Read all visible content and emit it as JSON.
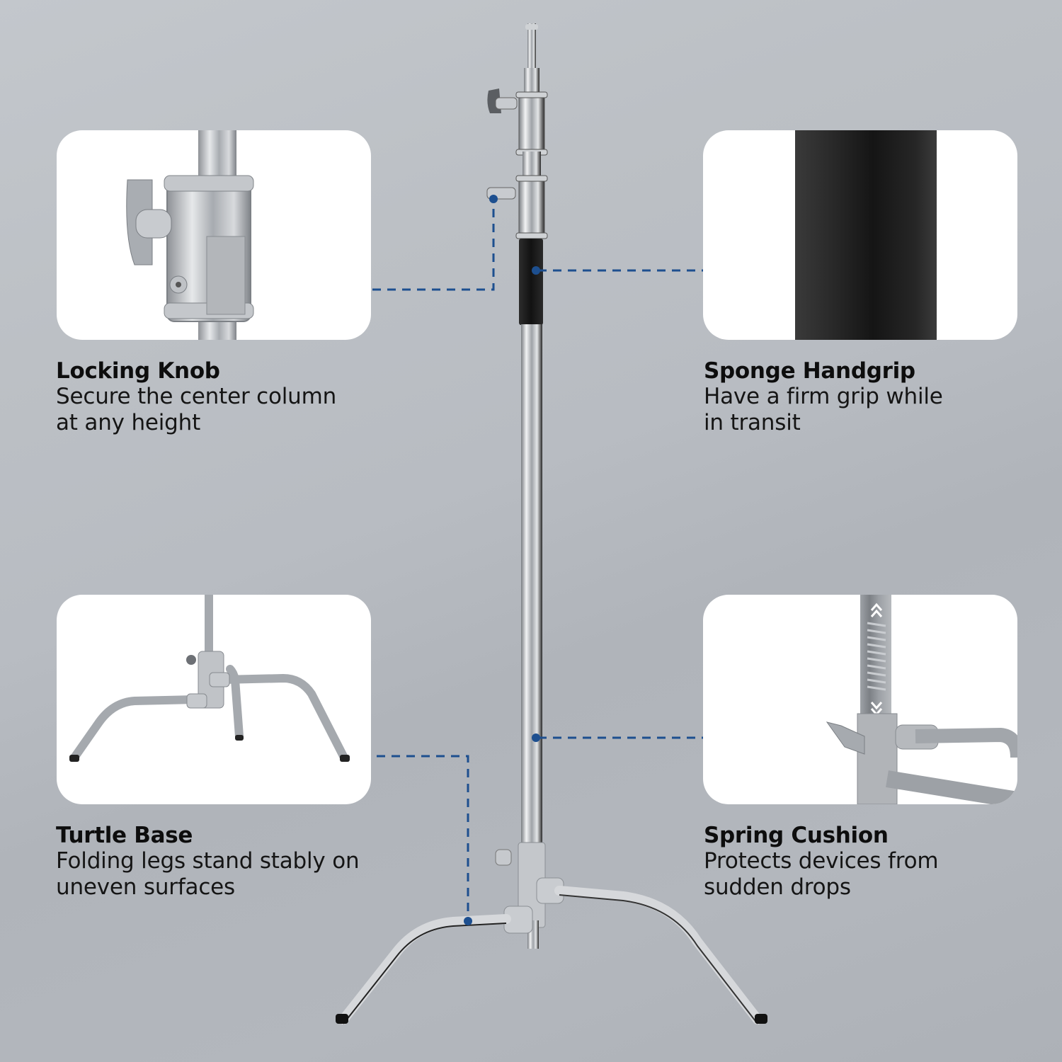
{
  "colors": {
    "background": "#b8bcc2",
    "card": "#ffffff",
    "leader_line": "#1d4f8f",
    "text": "#111111",
    "steel": "#c9ccd0",
    "grip": "#1c1c1c"
  },
  "features": [
    {
      "id": "locking-knob",
      "title": "Locking Knob",
      "desc_line1": "Secure the center column",
      "desc_line2": "at any height",
      "image": "locking-knob-closeup"
    },
    {
      "id": "sponge-handgrip",
      "title": "Sponge Handgrip",
      "desc_line1": "Have a firm grip while",
      "desc_line2": "in transit",
      "image": "sponge-handgrip-closeup"
    },
    {
      "id": "turtle-base",
      "title": "Turtle Base",
      "desc_line1": "Folding legs stand stably on",
      "desc_line2": "uneven surfaces",
      "image": "turtle-base-closeup"
    },
    {
      "id": "spring-cushion",
      "title": "Spring Cushion",
      "desc_line1": "Protects devices from",
      "desc_line2": "sudden drops",
      "image": "spring-cushion-closeup"
    }
  ],
  "product": "c-stand-illustration"
}
